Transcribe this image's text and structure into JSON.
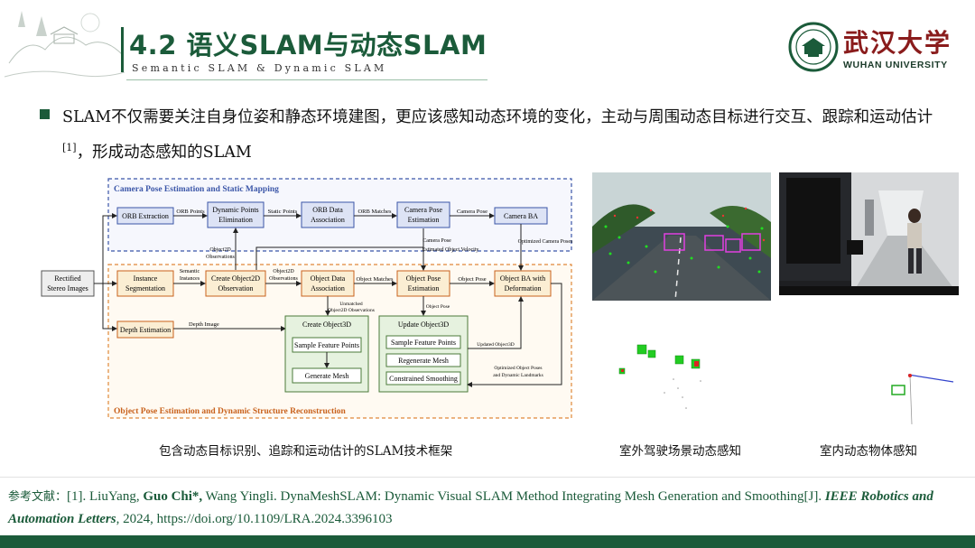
{
  "header": {
    "title": "4.2  语义SLAM与动态SLAM",
    "subtitle": "Semantic SLAM & Dynamic SLAM",
    "university_cn": "武汉大学",
    "university_en": "WUHAN UNIVERSITY",
    "accent_color": "#1b5b3a",
    "logo_color": "#8a1c1c"
  },
  "bullet": {
    "text_before": "SLAM不仅需要关注自身位姿和静态环境建图，更应该感知动态环境的变化，主动与周围动态目标进行交互、跟踪和运动估计",
    "citation": "[1]",
    "text_after": "，形成动态感知的SLAM"
  },
  "diagram": {
    "top_group": "Camera Pose Estimation and Static Mapping",
    "bottom_group": "Object Pose Estimation and Dynamic Structure Reconstruction",
    "input": [
      "Rectified",
      "Stereo Images"
    ],
    "boxes": {
      "orb_extraction": "ORB Extraction",
      "dyn_points": [
        "Dynamic Points",
        "Elimination"
      ],
      "orb_assoc": [
        "ORB Data",
        "Association"
      ],
      "cam_pose_est": [
        "Camera Pose",
        "Estimation"
      ],
      "camera_ba": "Camera BA",
      "instance_seg": [
        "Instance",
        "Segmentation"
      ],
      "create_obj2d": [
        "Create Object2D",
        "Observation"
      ],
      "obj_assoc": [
        "Object Data",
        "Association"
      ],
      "obj_pose_est": [
        "Object Pose",
        "Estimation"
      ],
      "obj_ba": [
        "Object BA with",
        "Deformation"
      ],
      "depth_est": "Depth Estimation",
      "create_obj3d": "Create Object3D",
      "sample_fp": "Sample Feature Points",
      "gen_mesh": "Generate Mesh",
      "update_obj3d": "Update Object3D",
      "sample_fp2": "Sample Feature Points",
      "regen_mesh": "Regenerate Mesh",
      "constrained": "Constrained Smoothing"
    },
    "edge_labels": {
      "orb_points": "ORB Points",
      "static_points": "Static Points",
      "orb_matches": "ORB Matches",
      "camera_pose": "Camera Pose",
      "camera_pose2": "Camera Pose",
      "est_obj_vel": "Estimated Object Velocity",
      "opt_cam_poses": "Optimized Camera Poses",
      "object2d_obs": [
        "Object2D",
        "Observations"
      ],
      "semantic_inst": [
        "Semantic",
        "Instances"
      ],
      "object2d_obs2": [
        "Object2D",
        "Observations"
      ],
      "object_matches": "Object Matches",
      "object_pose": "Object Pose",
      "object_pose2": "Object Pose",
      "depth_image": "Depth Image",
      "unmatched": [
        "Unmatched",
        "Object2D Observations"
      ],
      "updated_obj3d": "Updated Object3D",
      "opt_obj_poses": [
        "Optimized Object Poses",
        "and Dynamic Landmarks"
      ]
    },
    "caption": "包含动态目标识别、追踪和运动估计的SLAM技术框架"
  },
  "photos": {
    "outdoor_caption": "室外驾驶场景动态感知",
    "indoor_caption": "室内动态物体感知"
  },
  "reference": {
    "prefix": "参考文献：",
    "number": "[1]. LiuYang, ",
    "author_bold": "Guo Chi*,",
    "rest": " Wang Yingli. DynaMeshSLAM: Dynamic Visual SLAM Method Integrating Mesh Generation and Smoothing[J]. ",
    "journal": "IEEE Robotics and Automation Letters",
    "tail": ", 2024, https://doi.org/10.1109/LRA.2024.3396103"
  }
}
